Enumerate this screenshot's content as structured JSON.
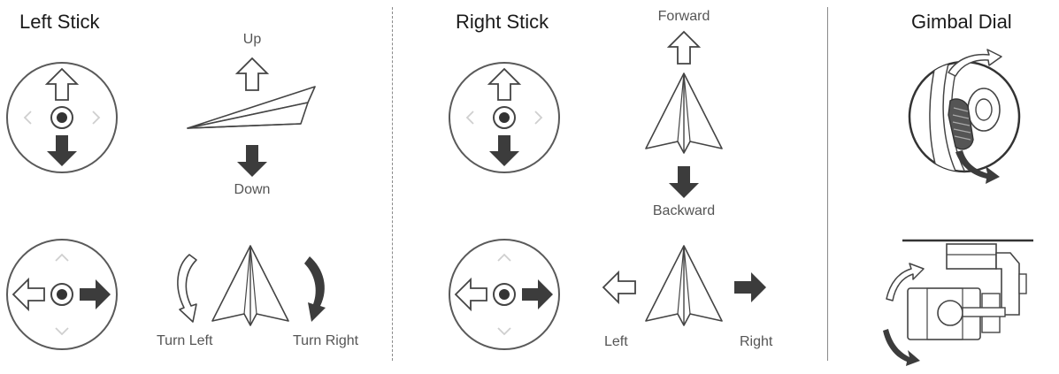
{
  "sections": {
    "left_stick": {
      "title": "Left Stick",
      "up_label": "Up",
      "down_label": "Down",
      "turn_left_label": "Turn Left",
      "turn_right_label": "Turn Right"
    },
    "right_stick": {
      "title": "Right Stick",
      "forward_label": "Forward",
      "backward_label": "Backward",
      "left_label": "Left",
      "right_label": "Right"
    },
    "gimbal": {
      "title": "Gimbal Dial"
    }
  },
  "colors": {
    "stroke": "#5a5a5a",
    "fill_dark": "#3c3c3c",
    "chevron": "#cfcfcf",
    "divider": "#8a8a8a"
  }
}
